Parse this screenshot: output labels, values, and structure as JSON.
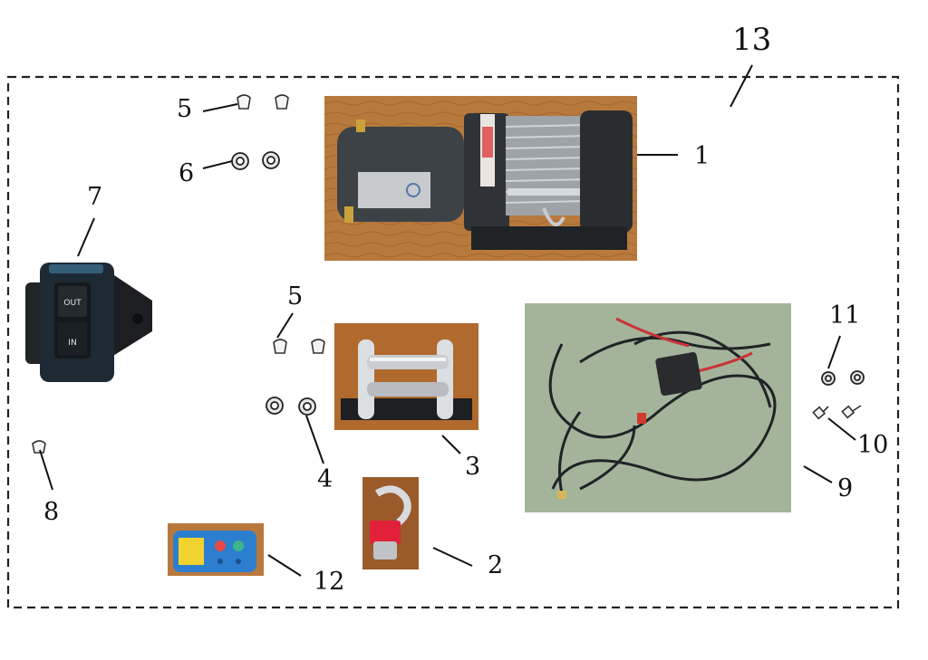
{
  "labels": {
    "l1": "1",
    "l2": "2",
    "l3": "3",
    "l4": "4",
    "l5a": "5",
    "l5b": "5",
    "l6": "6",
    "l7": "7",
    "l8": "8",
    "l9": "9",
    "l10": "10",
    "l11": "11",
    "l12": "12",
    "l13": "13"
  },
  "switch": {
    "out": "OUT",
    "in": "IN"
  },
  "colors": {
    "wood": "#b8793c",
    "winch_body": "#3d4247",
    "grass": "#a4b49a",
    "remote_blue": "#2c7fcf",
    "hook_red": "#e2203a"
  }
}
